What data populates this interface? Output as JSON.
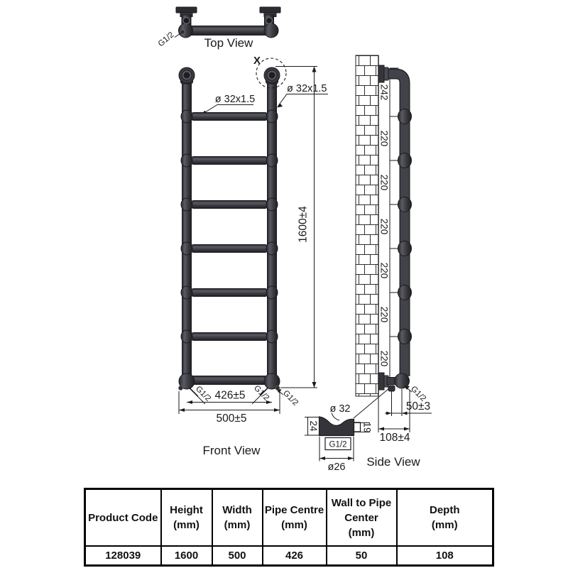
{
  "drawing": {
    "top_view": {
      "label": "Top View",
      "fitting_label": "G1/2"
    },
    "front_view": {
      "label": "Front View",
      "detail_marker": "X",
      "tube_dim_top": "ø 32x1.5",
      "tube_dim_right": "ø 32x1.5",
      "height_dim": "1600±4",
      "pipe_centre_dim": "426±5",
      "width_dim": "500±5",
      "fitting_labels": [
        "G1/2",
        "G1/2",
        "G1/2"
      ]
    },
    "side_view": {
      "label": "Side View",
      "top_spacing_dim": "242",
      "spacing_dims": [
        "220",
        "220",
        "220",
        "220",
        "220",
        "220"
      ],
      "wall_to_pipe_dim": "50±3",
      "depth_dim": "108±4",
      "fitting_label": "G1/2"
    },
    "detail_view": {
      "diameter_dim": "ø 32",
      "left_height_dim": "24",
      "right_height_dim": "19",
      "fitting_label": "G1/2",
      "bottom_diameter_dim": "ø26"
    }
  },
  "table": {
    "columns": [
      {
        "lines": [
          "Product  Code"
        ]
      },
      {
        "lines": [
          "Height",
          "(mm)"
        ]
      },
      {
        "lines": [
          "Width",
          "(mm)"
        ]
      },
      {
        "lines": [
          "Pipe Centre",
          "(mm)"
        ]
      },
      {
        "lines": [
          "Wall to Pipe",
          "Center",
          "(mm)"
        ]
      },
      {
        "lines": [
          "Depth",
          "(mm)"
        ]
      }
    ],
    "values": [
      "128039",
      "1600",
      "500",
      "426",
      "50",
      "108"
    ]
  },
  "colors": {
    "pipe": "#3c3c43",
    "outline": "#1c1c20",
    "line": "#1a1a1a"
  }
}
